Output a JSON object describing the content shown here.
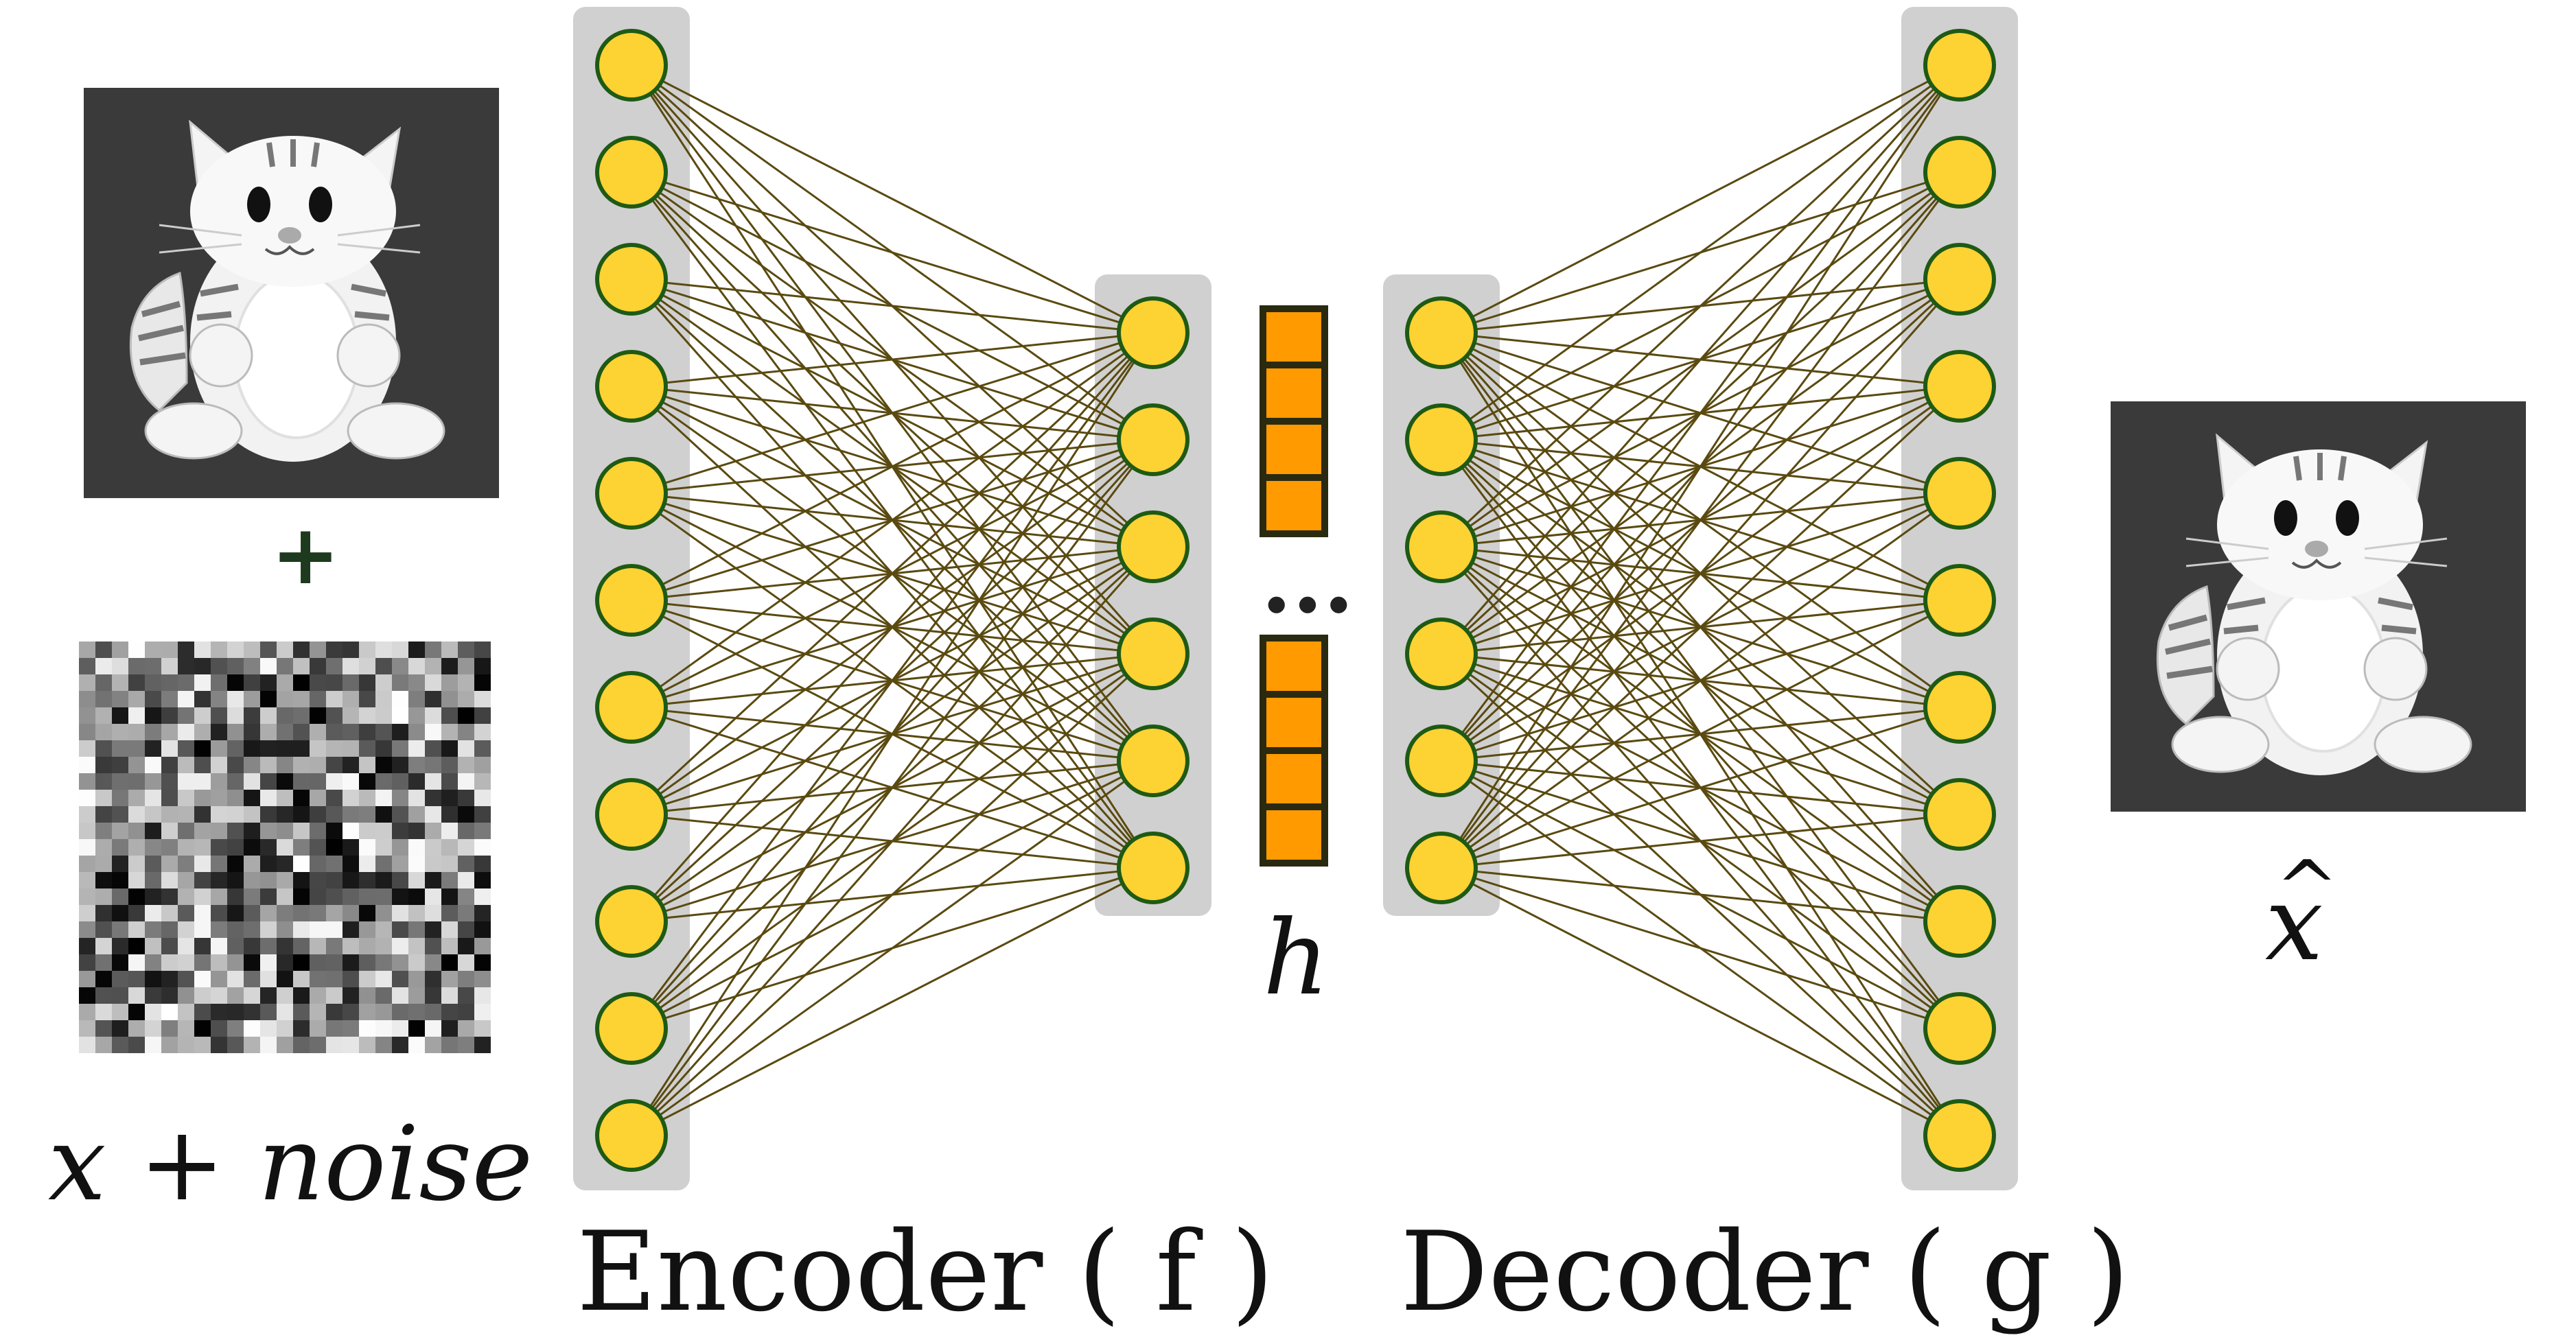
{
  "colors": {
    "background": "#ffffff",
    "layer_panel": "#d0d0d0",
    "node_fill": "#fdd233",
    "node_stroke": "#1e5a14",
    "edge": "#5a4a10",
    "latent_fill": "#ff9a00",
    "latent_stroke": "#2a2a10",
    "image_bg": "#3a3a3a"
  },
  "layers": {
    "encoder_input_nodes": 11,
    "encoder_output_nodes": 6,
    "decoder_input_nodes": 6,
    "decoder_output_nodes": 11
  },
  "latent": {
    "top_boxes": 4,
    "bottom_boxes": 4,
    "ellipsis": "...",
    "label": "h"
  },
  "labels": {
    "plus": "+",
    "input": "x + noise",
    "output": "x",
    "output_hat": "^",
    "encoder": "Encoder ( f )",
    "decoder": "Decoder ( g )"
  },
  "images": {
    "input_image": "cat-illustration",
    "noise_image": "random-noise-pattern",
    "output_image": "cat-illustration"
  }
}
